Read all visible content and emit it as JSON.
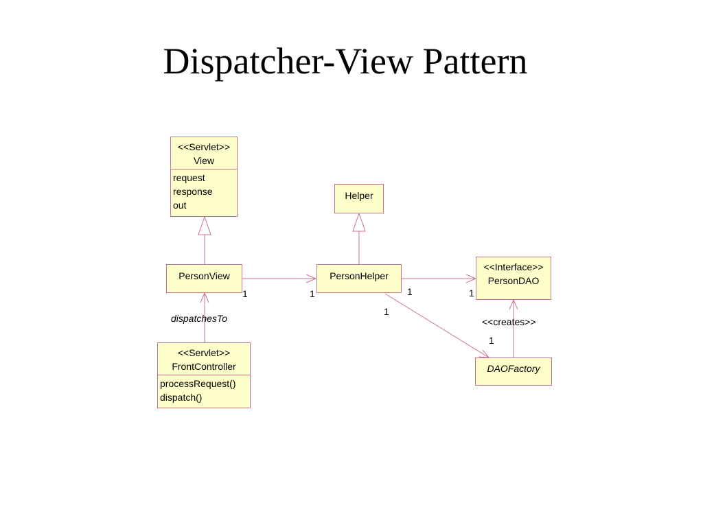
{
  "slide": {
    "title": "Dispatcher-View Pattern"
  },
  "classes": {
    "view": {
      "stereotype": "<<Servlet>>",
      "name": "View",
      "attributes": [
        "request",
        "response",
        "out"
      ]
    },
    "helper": {
      "name": "Helper"
    },
    "person_view": {
      "name": "PersonView"
    },
    "person_helper": {
      "name": "PersonHelper"
    },
    "person_dao": {
      "stereotype": "<<Interface>>",
      "name": "PersonDAO"
    },
    "front_controller": {
      "stereotype": "<<Servlet>>",
      "name": "FrontController",
      "operations": [
        "processRequest()",
        "dispatch()"
      ]
    },
    "dao_factory": {
      "name": "DAOFactory"
    }
  },
  "relations": {
    "dispatches_to": "dispatchesTo",
    "creates": "<<creates>>",
    "view_helper_src_mult": "1",
    "view_helper_dst_mult": "1",
    "helper_dao_src_mult": "1",
    "helper_dao_dst_mult": "1",
    "helper_factory_src_mult": "1",
    "helper_factory_dst_mult": "1"
  },
  "colors": {
    "box_fill": "#ffffcc",
    "box_border": "#c9738f",
    "connector": "#c9738f"
  }
}
